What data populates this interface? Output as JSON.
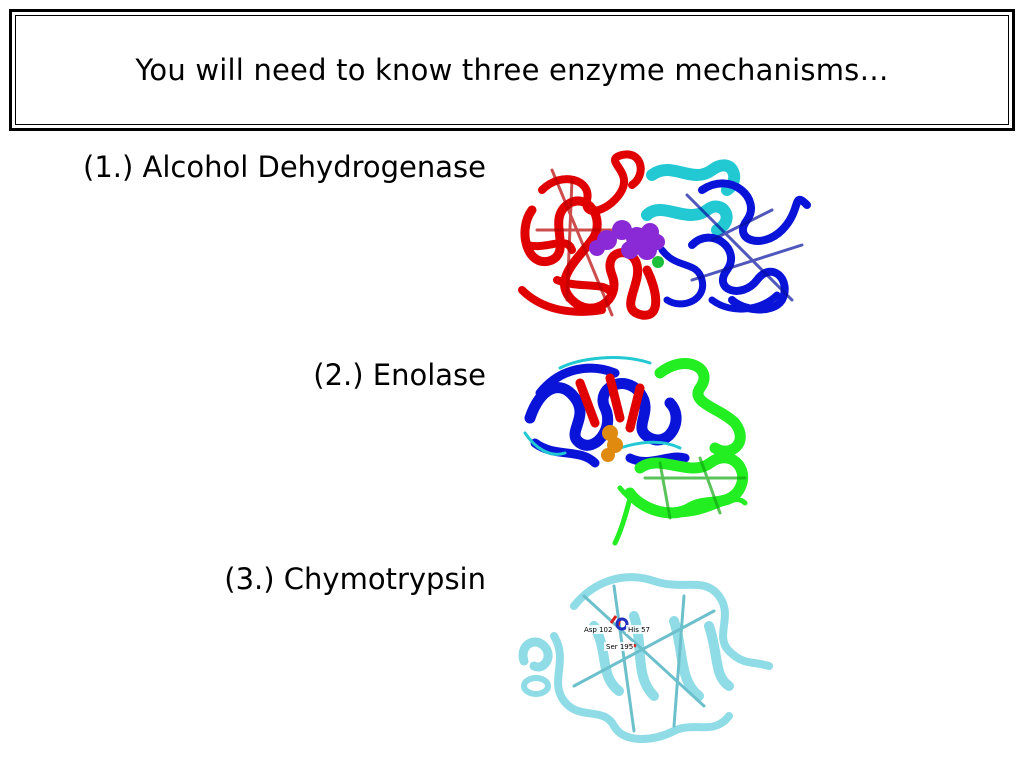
{
  "slide": {
    "title": "You will need to know three enzyme mechanisms…",
    "enzymes": [
      {
        "label": "(1.) Alcohol Dehydrogenase"
      },
      {
        "label": "(2.) Enolase"
      },
      {
        "label": "(3.) Chymotrypsin"
      }
    ],
    "chymotrypsin_residues": [
      "Asp 102",
      "His 57",
      "Ser 195"
    ]
  },
  "colors": {
    "adh_domain_a": "#e00000",
    "adh_domain_b": "#0a14d8",
    "adh_helix": "#22c8d2",
    "adh_ligand": "#8a2ad6",
    "enolase_domain_a": "#0a14d8",
    "enolase_domain_b": "#22ee22",
    "enolase_accent": "#e00000",
    "enolase_ligand": "#e08a10",
    "chymotrypsin": "#8fdbe6"
  }
}
